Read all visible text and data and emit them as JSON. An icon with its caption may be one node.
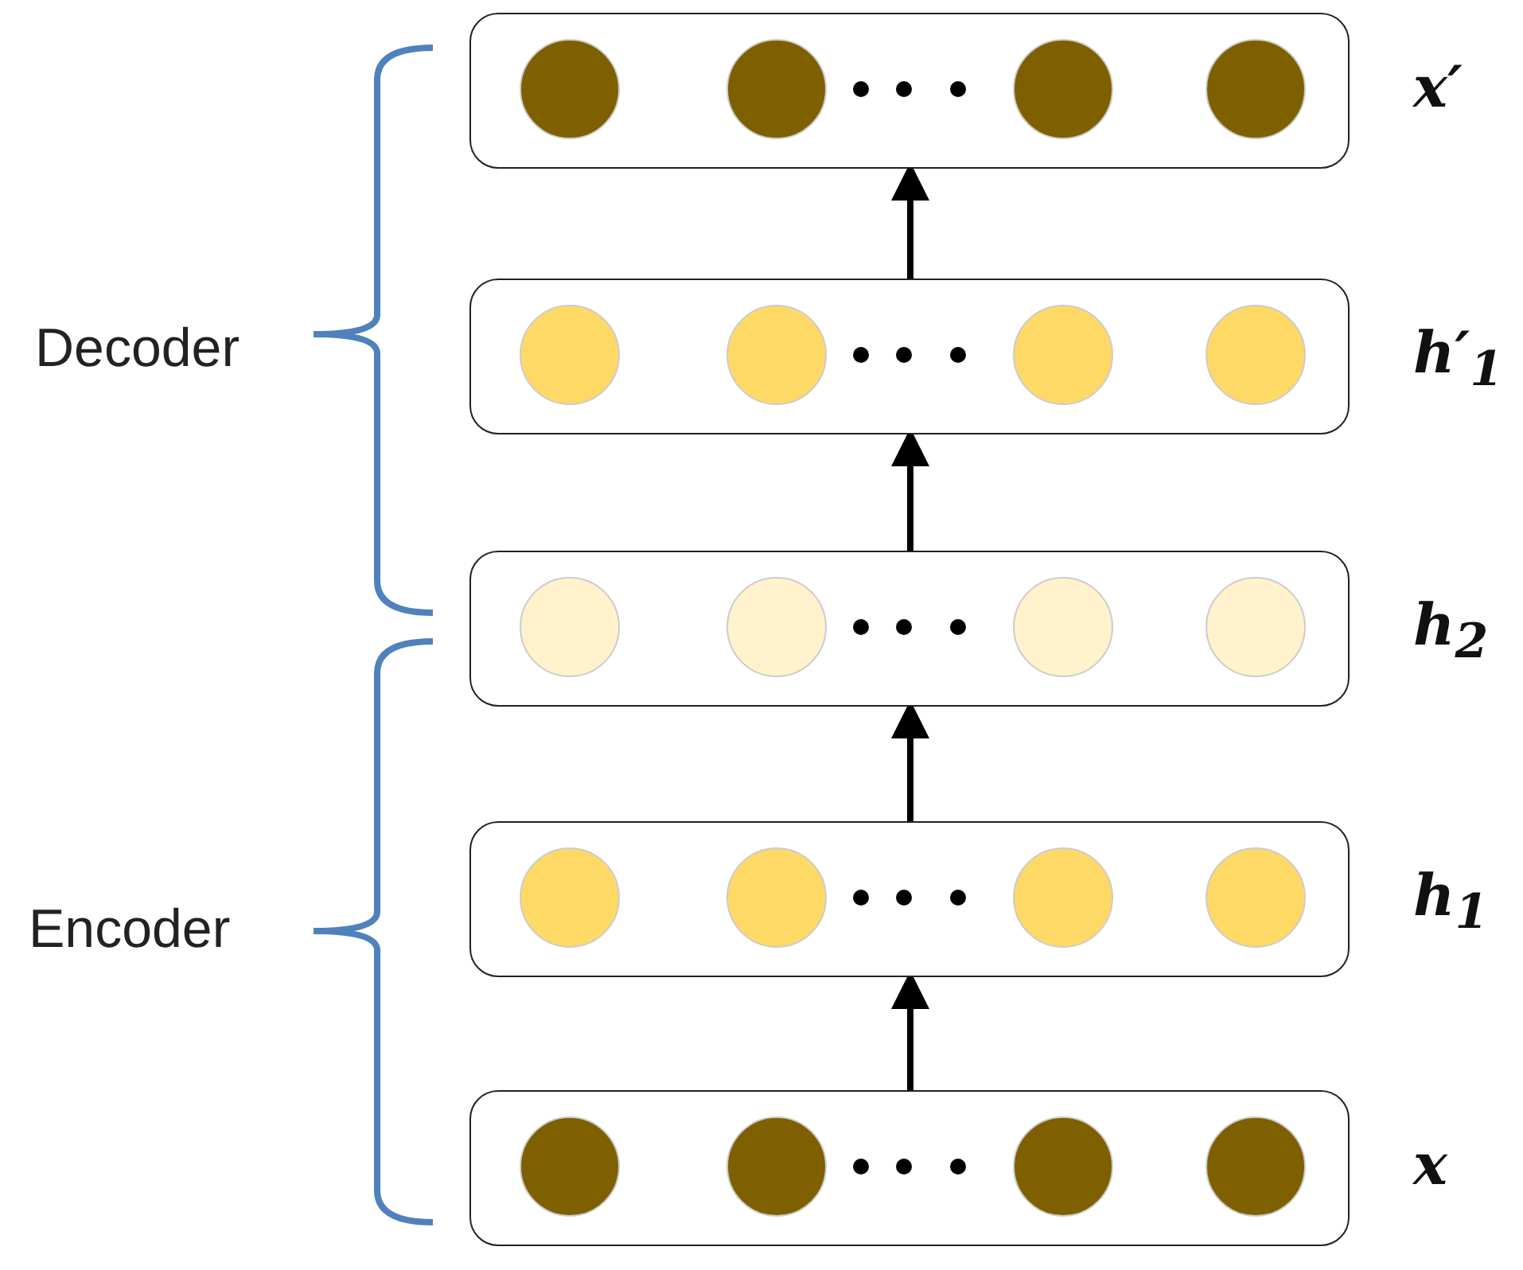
{
  "diagram": {
    "nodes": [
      {
        "text": [],
        "shape": "box",
        "beside": [
          "x′"
        ]
      },
      {
        "text": [],
        "shape": "box",
        "beside": [
          "h′$_{1}$"
        ]
      },
      {
        "text": [],
        "shape": "box",
        "beside": [
          "h$_{2}$"
        ]
      },
      {
        "text": [],
        "shape": "box",
        "beside": [
          "h$_{1}$"
        ]
      },
      {
        "text": [],
        "shape": "box",
        "beside": [
          "x"
        ]
      }
    ],
    "edges": [
      {
        "from": 4,
        "to": 3,
        "arrow": "to"
      },
      {
        "from": 3,
        "to": 2,
        "arrow": "to"
      },
      {
        "from": 2,
        "to": 1,
        "arrow": "to"
      },
      {
        "from": 1,
        "to": 0,
        "arrow": "to"
      }
    ],
    "labels": [
      "Decoder",
      "Encoder"
    ]
  }
}
